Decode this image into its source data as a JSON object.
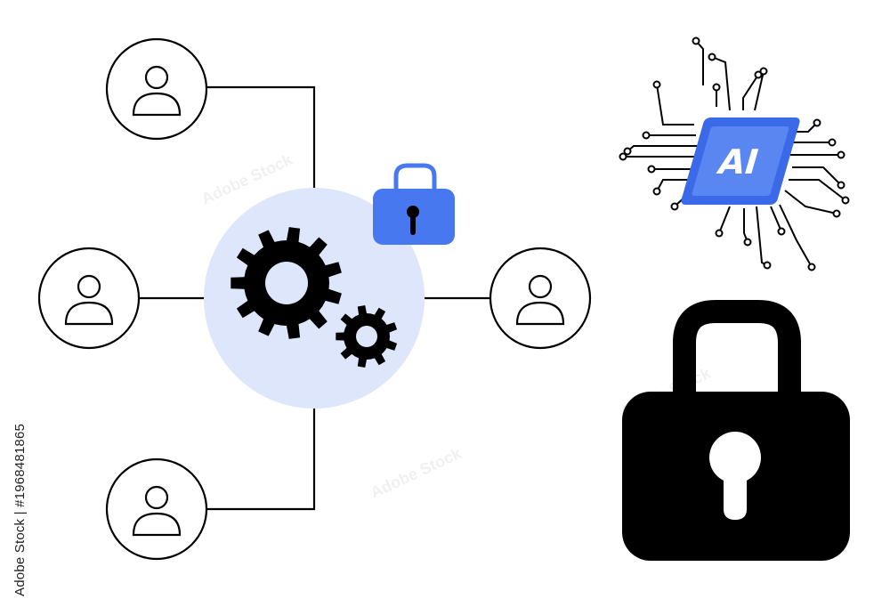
{
  "chip": {
    "label": "AI"
  },
  "watermark": {
    "stock_id": "Adobe Stock | #1968481865",
    "brand": "Adobe Stock"
  },
  "colors": {
    "hub_fill": "#dde6fa",
    "accent_blue": "#4878f0",
    "chip_outer": "#3a6ae8",
    "chip_inner": "#5a86f2",
    "ink": "#000000",
    "background": "#ffffff"
  },
  "icons": {
    "users": [
      "user-icon",
      "user-icon",
      "user-icon",
      "user-icon"
    ],
    "hub": [
      "large-gear-icon",
      "small-gear-icon"
    ],
    "small_lock": "lock-icon",
    "large_lock": "lock-icon",
    "chip": "ai-chip-icon"
  }
}
